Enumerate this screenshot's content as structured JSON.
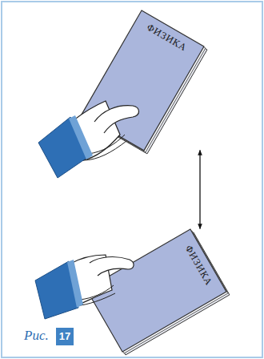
{
  "diagram": {
    "nodes": [
      {
        "text": [
          "ФИЗИКА"
        ]
      },
      {
        "text": [
          "ФИЗИКА"
        ]
      }
    ],
    "edges": [
      {
        "from": 0,
        "to": 1,
        "arrow": "both"
      }
    ],
    "labels": [
      "Рис.",
      "17"
    ]
  }
}
